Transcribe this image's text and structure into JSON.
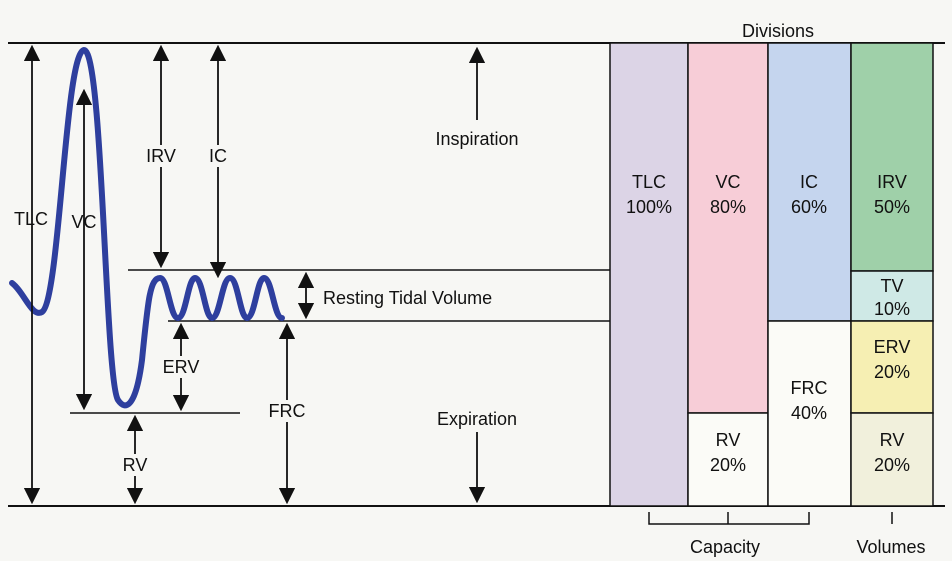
{
  "header": {
    "divisions": "Divisions"
  },
  "left": {
    "tlc": "TLC",
    "vc": "VC",
    "irv": "IRV",
    "ic": "IC",
    "erv": "ERV",
    "rv": "RV",
    "frc": "FRC",
    "resting_tidal_volume": "Resting Tidal Volume",
    "inspiration": "Inspiration",
    "expiration": "Expiration"
  },
  "columns": {
    "tlc": {
      "name": "TLC",
      "pct": "100%",
      "color": "#dcd4e6"
    },
    "vc": {
      "name": "VC",
      "pct": "80%",
      "color": "#f7cdd7"
    },
    "vc_rv": {
      "name": "RV",
      "pct": "20%",
      "color": "#fbfbf7"
    },
    "ic": {
      "name": "IC",
      "pct": "60%",
      "color": "#c5d5ee"
    },
    "frc": {
      "name": "FRC",
      "pct": "40%",
      "color": "#fbfbf7"
    },
    "irv": {
      "name": "IRV",
      "pct": "50%",
      "color": "#9fd0a9"
    },
    "tv": {
      "name": "TV",
      "pct": "10%",
      "color": "#cfe9e6"
    },
    "erv": {
      "name": "ERV",
      "pct": "20%",
      "color": "#f6efb3"
    },
    "rv": {
      "name": "RV",
      "pct": "20%",
      "color": "#f1f0dc"
    }
  },
  "footer": {
    "capacity": "Capacity",
    "volumes": "Volumes"
  },
  "colors": {
    "curve": "#2e3f9e",
    "line": "#111111"
  }
}
